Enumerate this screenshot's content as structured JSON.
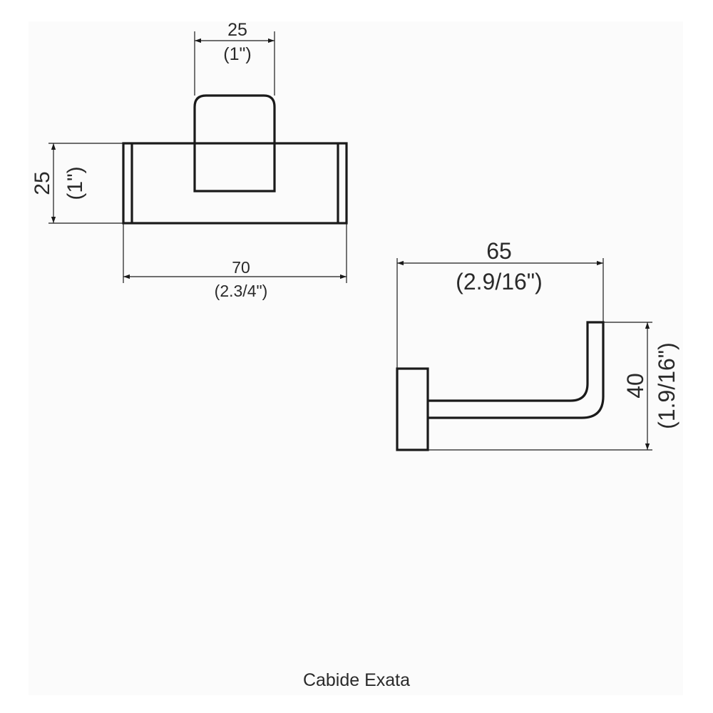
{
  "front_view": {
    "top_width": {
      "value": "25",
      "inches": "(1\")"
    },
    "side_height": {
      "value": "25",
      "inches": "(1\")"
    },
    "bottom_width": {
      "value": "70",
      "inches": "(2.3/4\")"
    }
  },
  "side_view": {
    "top_width": {
      "value": "65",
      "inches": "(2.9/16\")"
    },
    "side_height": {
      "value": "40",
      "inches": "(1.9/16\")"
    }
  },
  "caption": "Cabide Exata"
}
